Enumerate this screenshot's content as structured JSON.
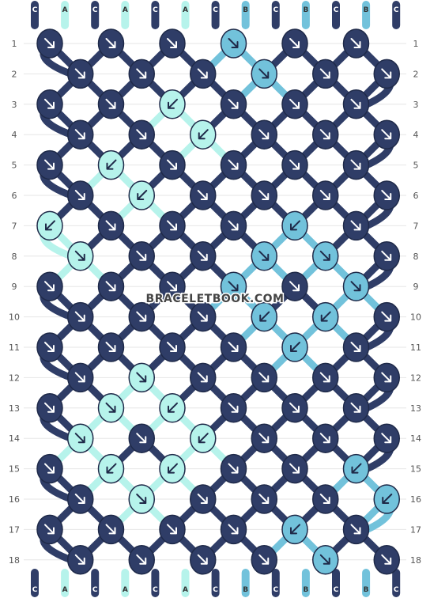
{
  "colors": {
    "C": "#2f3d67",
    "A": "#b6f3eb",
    "B": "#72c2db"
  },
  "top_strings": [
    "C",
    "A",
    "C",
    "A",
    "C",
    "A",
    "C",
    "B",
    "C",
    "B",
    "C",
    "B",
    "C"
  ],
  "bottom_strings": [
    "C",
    "A",
    "C",
    "A",
    "C",
    "A",
    "C",
    "B",
    "C",
    "B",
    "C",
    "B",
    "C"
  ],
  "row_numbers": [
    "1",
    "2",
    "3",
    "4",
    "5",
    "6",
    "7",
    "8",
    "9",
    "10",
    "11",
    "12",
    "13",
    "14",
    "15",
    "16",
    "17",
    "18"
  ],
  "watermark": "BRACELETBOOK.COM",
  "knots": [
    {
      "row": 1,
      "col": 0,
      "color": "C",
      "dir": "R"
    },
    {
      "row": 1,
      "col": 1,
      "color": "C",
      "dir": "R"
    },
    {
      "row": 1,
      "col": 2,
      "color": "C",
      "dir": "R"
    },
    {
      "row": 1,
      "col": 3,
      "color": "B",
      "dir": "R"
    },
    {
      "row": 1,
      "col": 4,
      "color": "C",
      "dir": "R"
    },
    {
      "row": 1,
      "col": 5,
      "color": "C",
      "dir": "R"
    },
    {
      "row": 2,
      "col": 0,
      "color": "C",
      "dir": "R"
    },
    {
      "row": 2,
      "col": 1,
      "color": "C",
      "dir": "R"
    },
    {
      "row": 2,
      "col": 2,
      "color": "C",
      "dir": "R"
    },
    {
      "row": 2,
      "col": 3,
      "color": "B",
      "dir": "R"
    },
    {
      "row": 2,
      "col": 4,
      "color": "C",
      "dir": "R"
    },
    {
      "row": 2,
      "col": 5,
      "color": "C",
      "dir": "R"
    },
    {
      "row": 3,
      "col": 0,
      "color": "C",
      "dir": "R"
    },
    {
      "row": 3,
      "col": 1,
      "color": "C",
      "dir": "R"
    },
    {
      "row": 3,
      "col": 2,
      "color": "A",
      "dir": "L"
    },
    {
      "row": 3,
      "col": 3,
      "color": "C",
      "dir": "R"
    },
    {
      "row": 3,
      "col": 4,
      "color": "C",
      "dir": "R"
    },
    {
      "row": 3,
      "col": 5,
      "color": "C",
      "dir": "R"
    },
    {
      "row": 4,
      "col": 0,
      "color": "C",
      "dir": "R"
    },
    {
      "row": 4,
      "col": 1,
      "color": "C",
      "dir": "R"
    },
    {
      "row": 4,
      "col": 2,
      "color": "A",
      "dir": "L"
    },
    {
      "row": 4,
      "col": 3,
      "color": "C",
      "dir": "R"
    },
    {
      "row": 4,
      "col": 4,
      "color": "C",
      "dir": "R"
    },
    {
      "row": 4,
      "col": 5,
      "color": "C",
      "dir": "R"
    },
    {
      "row": 5,
      "col": 0,
      "color": "C",
      "dir": "R"
    },
    {
      "row": 5,
      "col": 1,
      "color": "A",
      "dir": "L"
    },
    {
      "row": 5,
      "col": 2,
      "color": "C",
      "dir": "R"
    },
    {
      "row": 5,
      "col": 3,
      "color": "C",
      "dir": "R"
    },
    {
      "row": 5,
      "col": 4,
      "color": "C",
      "dir": "R"
    },
    {
      "row": 5,
      "col": 5,
      "color": "C",
      "dir": "R"
    },
    {
      "row": 6,
      "col": 0,
      "color": "C",
      "dir": "R"
    },
    {
      "row": 6,
      "col": 1,
      "color": "A",
      "dir": "L"
    },
    {
      "row": 6,
      "col": 2,
      "color": "C",
      "dir": "R"
    },
    {
      "row": 6,
      "col": 3,
      "color": "C",
      "dir": "R"
    },
    {
      "row": 6,
      "col": 4,
      "color": "C",
      "dir": "R"
    },
    {
      "row": 6,
      "col": 5,
      "color": "C",
      "dir": "R"
    },
    {
      "row": 7,
      "col": 0,
      "color": "A",
      "dir": "L"
    },
    {
      "row": 7,
      "col": 1,
      "color": "C",
      "dir": "R"
    },
    {
      "row": 7,
      "col": 2,
      "color": "C",
      "dir": "R"
    },
    {
      "row": 7,
      "col": 3,
      "color": "C",
      "dir": "R"
    },
    {
      "row": 7,
      "col": 4,
      "color": "B",
      "dir": "L"
    },
    {
      "row": 7,
      "col": 5,
      "color": "C",
      "dir": "R"
    },
    {
      "row": 8,
      "col": 0,
      "color": "A",
      "dir": "R"
    },
    {
      "row": 8,
      "col": 1,
      "color": "C",
      "dir": "R"
    },
    {
      "row": 8,
      "col": 2,
      "color": "C",
      "dir": "R"
    },
    {
      "row": 8,
      "col": 3,
      "color": "B",
      "dir": "R"
    },
    {
      "row": 8,
      "col": 4,
      "color": "B",
      "dir": "R"
    },
    {
      "row": 8,
      "col": 5,
      "color": "C",
      "dir": "R"
    },
    {
      "row": 9,
      "col": 0,
      "color": "C",
      "dir": "R"
    },
    {
      "row": 9,
      "col": 1,
      "color": "C",
      "dir": "R"
    },
    {
      "row": 9,
      "col": 2,
      "color": "C",
      "dir": "R"
    },
    {
      "row": 9,
      "col": 3,
      "color": "B",
      "dir": "R"
    },
    {
      "row": 9,
      "col": 4,
      "color": "C",
      "dir": "R"
    },
    {
      "row": 9,
      "col": 5,
      "color": "B",
      "dir": "R"
    },
    {
      "row": 10,
      "col": 0,
      "color": "C",
      "dir": "R"
    },
    {
      "row": 10,
      "col": 1,
      "color": "C",
      "dir": "R"
    },
    {
      "row": 10,
      "col": 2,
      "color": "C",
      "dir": "R"
    },
    {
      "row": 10,
      "col": 3,
      "color": "B",
      "dir": "L"
    },
    {
      "row": 10,
      "col": 4,
      "color": "B",
      "dir": "L"
    },
    {
      "row": 10,
      "col": 5,
      "color": "C",
      "dir": "R"
    },
    {
      "row": 11,
      "col": 0,
      "color": "C",
      "dir": "R"
    },
    {
      "row": 11,
      "col": 1,
      "color": "C",
      "dir": "R"
    },
    {
      "row": 11,
      "col": 2,
      "color": "C",
      "dir": "R"
    },
    {
      "row": 11,
      "col": 3,
      "color": "C",
      "dir": "R"
    },
    {
      "row": 11,
      "col": 4,
      "color": "B",
      "dir": "L"
    },
    {
      "row": 11,
      "col": 5,
      "color": "C",
      "dir": "R"
    },
    {
      "row": 12,
      "col": 0,
      "color": "C",
      "dir": "R"
    },
    {
      "row": 12,
      "col": 1,
      "color": "A",
      "dir": "R"
    },
    {
      "row": 12,
      "col": 2,
      "color": "C",
      "dir": "R"
    },
    {
      "row": 12,
      "col": 3,
      "color": "C",
      "dir": "R"
    },
    {
      "row": 12,
      "col": 4,
      "color": "C",
      "dir": "R"
    },
    {
      "row": 12,
      "col": 5,
      "color": "C",
      "dir": "R"
    },
    {
      "row": 13,
      "col": 0,
      "color": "C",
      "dir": "R"
    },
    {
      "row": 13,
      "col": 1,
      "color": "A",
      "dir": "R"
    },
    {
      "row": 13,
      "col": 2,
      "color": "A",
      "dir": "L"
    },
    {
      "row": 13,
      "col": 3,
      "color": "C",
      "dir": "R"
    },
    {
      "row": 13,
      "col": 4,
      "color": "C",
      "dir": "R"
    },
    {
      "row": 13,
      "col": 5,
      "color": "C",
      "dir": "R"
    },
    {
      "row": 14,
      "col": 0,
      "color": "A",
      "dir": "R"
    },
    {
      "row": 14,
      "col": 1,
      "color": "C",
      "dir": "R"
    },
    {
      "row": 14,
      "col": 2,
      "color": "A",
      "dir": "L"
    },
    {
      "row": 14,
      "col": 3,
      "color": "C",
      "dir": "R"
    },
    {
      "row": 14,
      "col": 4,
      "color": "C",
      "dir": "R"
    },
    {
      "row": 14,
      "col": 5,
      "color": "C",
      "dir": "R"
    },
    {
      "row": 15,
      "col": 0,
      "color": "C",
      "dir": "R"
    },
    {
      "row": 15,
      "col": 1,
      "color": "A",
      "dir": "L"
    },
    {
      "row": 15,
      "col": 2,
      "color": "A",
      "dir": "L"
    },
    {
      "row": 15,
      "col": 3,
      "color": "C",
      "dir": "R"
    },
    {
      "row": 15,
      "col": 4,
      "color": "C",
      "dir": "R"
    },
    {
      "row": 15,
      "col": 5,
      "color": "B",
      "dir": "L"
    },
    {
      "row": 16,
      "col": 0,
      "color": "C",
      "dir": "R"
    },
    {
      "row": 16,
      "col": 1,
      "color": "A",
      "dir": "R"
    },
    {
      "row": 16,
      "col": 2,
      "color": "C",
      "dir": "R"
    },
    {
      "row": 16,
      "col": 3,
      "color": "C",
      "dir": "R"
    },
    {
      "row": 16,
      "col": 4,
      "color": "C",
      "dir": "R"
    },
    {
      "row": 16,
      "col": 5,
      "color": "B",
      "dir": "L"
    },
    {
      "row": 17,
      "col": 0,
      "color": "C",
      "dir": "R"
    },
    {
      "row": 17,
      "col": 1,
      "color": "C",
      "dir": "R"
    },
    {
      "row": 17,
      "col": 2,
      "color": "C",
      "dir": "R"
    },
    {
      "row": 17,
      "col": 3,
      "color": "C",
      "dir": "R"
    },
    {
      "row": 17,
      "col": 4,
      "color": "B",
      "dir": "L"
    },
    {
      "row": 17,
      "col": 5,
      "color": "C",
      "dir": "R"
    },
    {
      "row": 18,
      "col": 0,
      "color": "C",
      "dir": "R"
    },
    {
      "row": 18,
      "col": 1,
      "color": "C",
      "dir": "R"
    },
    {
      "row": 18,
      "col": 2,
      "color": "C",
      "dir": "R"
    },
    {
      "row": 18,
      "col": 3,
      "color": "C",
      "dir": "R"
    },
    {
      "row": 18,
      "col": 4,
      "color": "B",
      "dir": "R"
    },
    {
      "row": 18,
      "col": 5,
      "color": "C",
      "dir": "R"
    }
  ]
}
